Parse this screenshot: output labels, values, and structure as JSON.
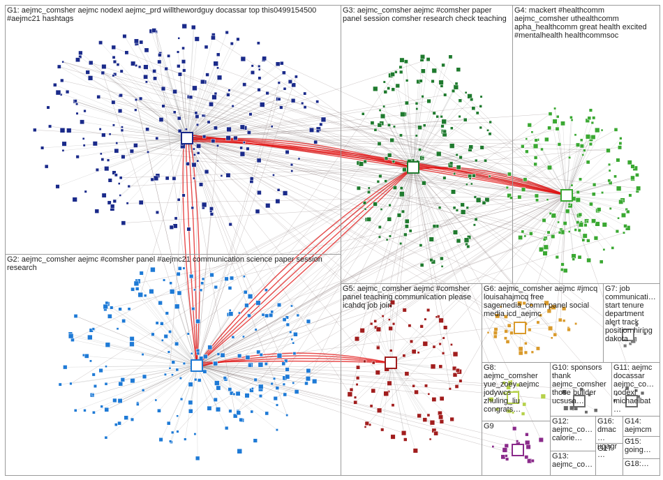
{
  "graph": {
    "type": "network-graph",
    "groups": [
      {
        "id": "G1",
        "label": "G1: aejmc_comsher aejmc nodexl aejmc_prd willthewordguy docassar top this0499154500 #aejmc21 hashtags",
        "color": "#1a2a8a"
      },
      {
        "id": "G2",
        "label": "G2: aejmc_comsher aejmc #comsher panel #aejmc21 communication science paper session research",
        "color": "#1e7ad6"
      },
      {
        "id": "G3",
        "label": "G3: aejmc_comsher aejmc #comsher paper panel session comsher research check teaching",
        "color": "#1f7a2e"
      },
      {
        "id": "G4",
        "label": "G4: mackert #healthcomm aejmc_comsher uthealthcomm apha_healthcomm great health excited #mentalhealth healthcommsoc",
        "color": "#3aa832"
      },
      {
        "id": "G5",
        "label": "G5: aejmc_comsher aejmc #comsher panel teaching communication please icahdq job join",
        "color": "#a11d1d"
      },
      {
        "id": "G6",
        "label": "G6: aejmc_comsher aejmc #jmcq louisahajmcq free sagemedia_comm panel social media icd_aejmc",
        "color": "#d99a2b"
      },
      {
        "id": "G7",
        "label": "G7: job communicati… start tenure department alert track position hiring dakota",
        "color": "#7a7a7a"
      },
      {
        "id": "G8",
        "label": "G8: aejmc_comsher yue_zoey aejmc jodywcs zhuling_liu congrats…",
        "color": "#b6d14a"
      },
      {
        "id": "G9",
        "label": "G9",
        "color": "#8a2a8a"
      },
      {
        "id": "G10",
        "label": "G10: sponsors thank aejmc_comsher those builder ucsusa…",
        "color": "#6a6a6a"
      },
      {
        "id": "G11",
        "label": "G11: aejmc docassar aejmc_co… nodexl michaelbat…",
        "color": "#6a6a6a"
      },
      {
        "id": "G12",
        "label": "G12: aejmc_co… calorie…",
        "color": "#6a6a6a"
      },
      {
        "id": "G13",
        "label": "G13: aejmc_co…",
        "color": "#6a6a6a"
      },
      {
        "id": "G14",
        "label": "G14: aejmcm…",
        "color": "#6a6a6a"
      },
      {
        "id": "G15",
        "label": "G15: going…",
        "color": "#6a6a6a"
      },
      {
        "id": "G16",
        "label": "G16: dmac… ugagr…",
        "color": "#6a6a6a"
      },
      {
        "id": "G17",
        "label": "G17",
        "color": "#6a6a6a"
      },
      {
        "id": "G18",
        "label": "G18:…",
        "color": "#6a6a6a"
      }
    ],
    "edge_colors": {
      "normal": "#8a8a8a",
      "strong": "#e01010"
    }
  }
}
